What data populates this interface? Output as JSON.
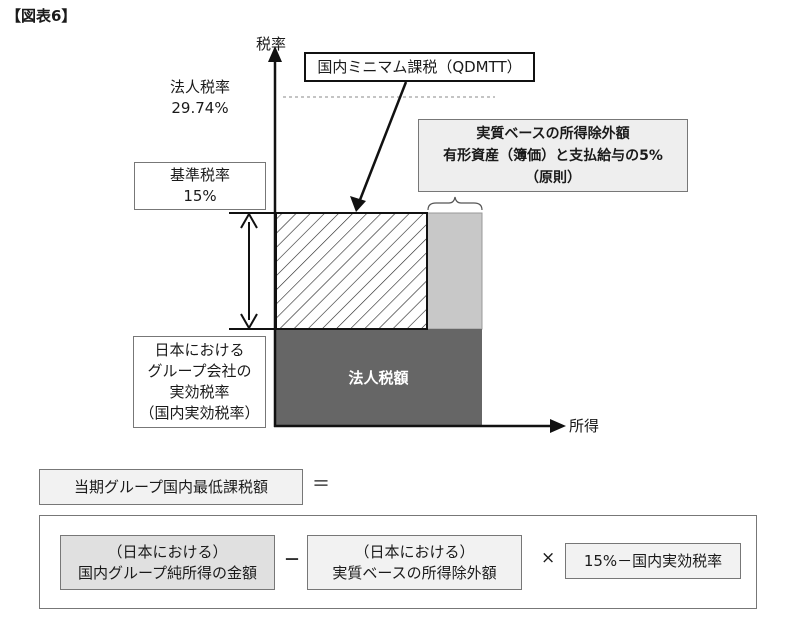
{
  "figure_label": "【図表6】",
  "diagram": {
    "y_axis_label": "税率",
    "x_axis_label": "所得",
    "corporate_rate": {
      "label": "法人税率",
      "value": "29.74%"
    },
    "base_rate": {
      "label": "基準税率",
      "value": "15%"
    },
    "domestic_rate": {
      "lines": [
        "日本における",
        "グループ会社の",
        "実効税率",
        "（国内実効税率）"
      ]
    },
    "qdmtt_callout": "国内ミニマム課税（QDMTT）",
    "exclusion_note": {
      "lines": [
        "実質ベースの所得除外額",
        "有形資産（簿価）と支払給与の5%",
        "（原則）"
      ]
    },
    "tax_block_label": "法人税額"
  },
  "formula": {
    "lhs": "当期グループ国内最低課税額",
    "equals": "＝",
    "term1": [
      "（日本における）",
      "国内グループ純所得の金額"
    ],
    "minus": "－",
    "term2": [
      "（日本における）",
      "実質ベースの所得除外額"
    ],
    "times": "×",
    "term3": "15%－国内実効税率"
  }
}
